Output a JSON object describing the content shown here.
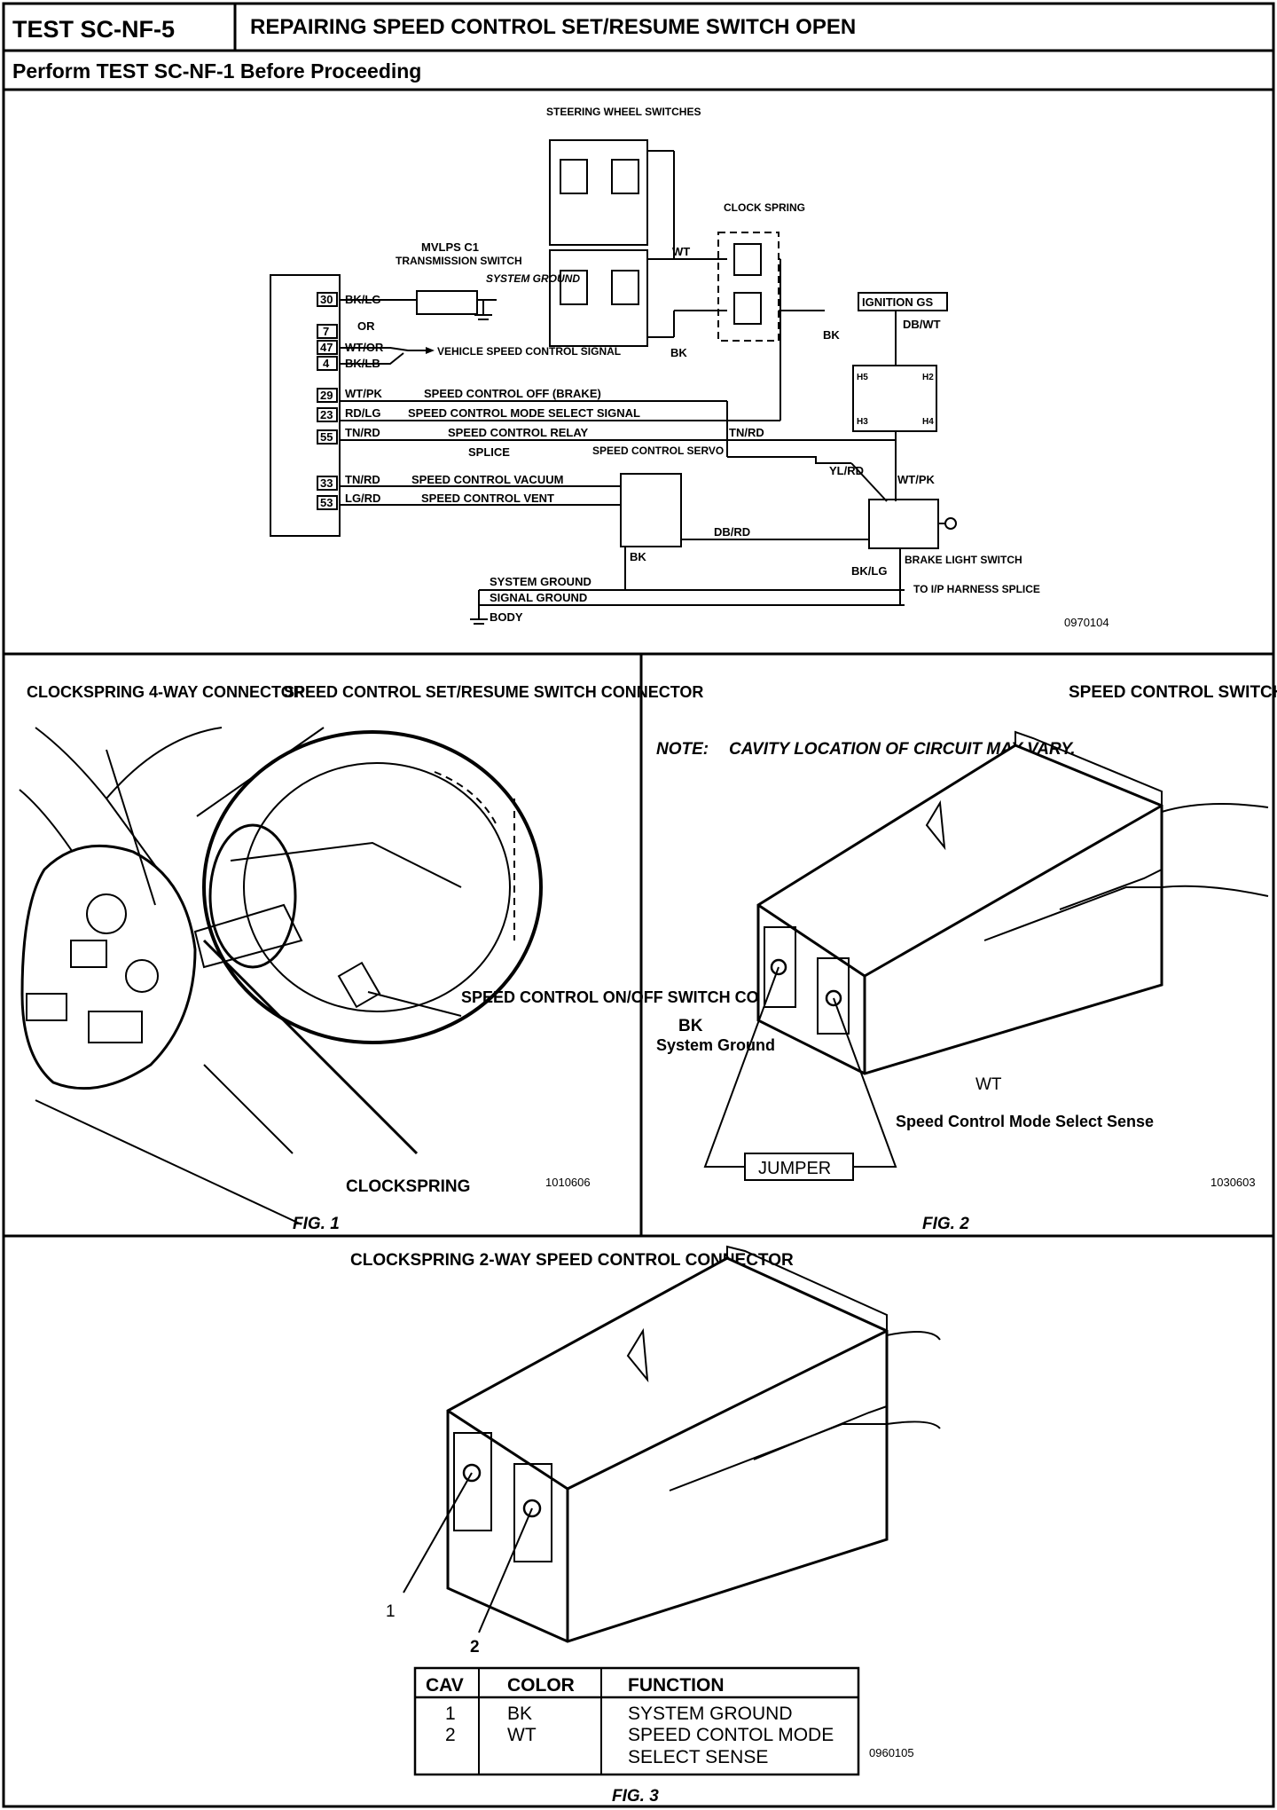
{
  "header": {
    "test_id": "TEST SC-NF-5",
    "title": "REPAIRING SPEED CONTROL SET/RESUME SWITCH OPEN",
    "subtitle": "Perform TEST SC-NF-1 Before Proceeding"
  },
  "schematic": {
    "steering_wheel_switches": "STEERING WHEEL SWITCHES",
    "mvlps_c1": "MVLPS C1",
    "transmission_switch": "TRANSMISSION SWITCH",
    "system_ground": "SYSTEM GROUND",
    "clock_spring": "CLOCK SPRING",
    "ignition_gs": "IGNITION GS",
    "splice": "SPLICE",
    "speed_control_servo": "SPEED CONTROL SERVO",
    "brake_light_switch": "BRAKE LIGHT SWITCH",
    "to_ip_harness_splice": "TO I/P HARNESS SPLICE",
    "vehicle_speed_signal": "VEHICLE SPEED CONTROL SIGNAL",
    "ground_lines": [
      "SYSTEM GROUND",
      "SIGNAL GROUND",
      "BODY"
    ],
    "or": "OR",
    "pins": [
      "30",
      "7",
      "47",
      "4",
      "29",
      "23",
      "55",
      "33",
      "53"
    ],
    "wires": [
      {
        "color": "BK/LG",
        "label": ""
      },
      {
        "color": "WT/OR",
        "label": ""
      },
      {
        "color": "BK/LB",
        "label": ""
      },
      {
        "color": "WT/PK",
        "label": "SPEED CONTROL OFF (BRAKE)"
      },
      {
        "color": "RD/LG",
        "label": "SPEED CONTROL MODE SELECT SIGNAL"
      },
      {
        "color": "TN/RD",
        "label": "SPEED CONTROL RELAY"
      },
      {
        "color": "TN/RD",
        "label": "SPEED CONTROL VACUUM"
      },
      {
        "color": "LG/RD",
        "label": "SPEED CONTROL VENT"
      }
    ],
    "other_colors": {
      "wt": "WT",
      "bk": "BK",
      "db_wt": "DB/WT",
      "tn_rd": "TN/RD",
      "yl_rd": "YL/RD",
      "wt_pk": "WT/PK",
      "db_rd": "DB/RD",
      "bk_lg": "BK/LG"
    },
    "relay_pins": [
      "H5",
      "H3",
      "H2",
      "H4"
    ],
    "image_id": "0970104"
  },
  "fig1": {
    "clockspring_4way": "CLOCKSPRING 4-WAY CONNECTOR",
    "set_resume_connector": "SPEED CONTROL SET/RESUME SWITCH CONNECTOR",
    "onoff_connector": "SPEED CONTROL ON/OFF SWITCH CONNECTOR",
    "clockspring": "CLOCKSPRING",
    "image_id": "1010606",
    "caption": "FIG. 1"
  },
  "fig2": {
    "title": "SPEED CONTROL SWITCH CONNECTOR",
    "note_label": "NOTE:",
    "note_text": "CAVITY LOCATION OF CIRCUIT MAY VARY.",
    "bk_label": "BK",
    "bk_desc": "System Ground",
    "wt_label": "WT",
    "wt_desc": "Speed Control Mode Select Sense",
    "jumper": "JUMPER",
    "image_id": "1030603",
    "caption": "FIG. 2"
  },
  "fig3": {
    "title": "CLOCKSPRING 2-WAY SPEED CONTROL CONNECTOR",
    "cav1": "1",
    "cav2": "2",
    "table": {
      "headers": [
        "CAV",
        "COLOR",
        "FUNCTION"
      ],
      "rows": [
        {
          "cav": "1",
          "color": "BK",
          "function": "SYSTEM GROUND"
        },
        {
          "cav": "2",
          "color": "WT",
          "function": "SPEED CONTOL MODE SELECT SENSE"
        }
      ]
    },
    "image_id": "0960105",
    "caption": "FIG. 3"
  }
}
